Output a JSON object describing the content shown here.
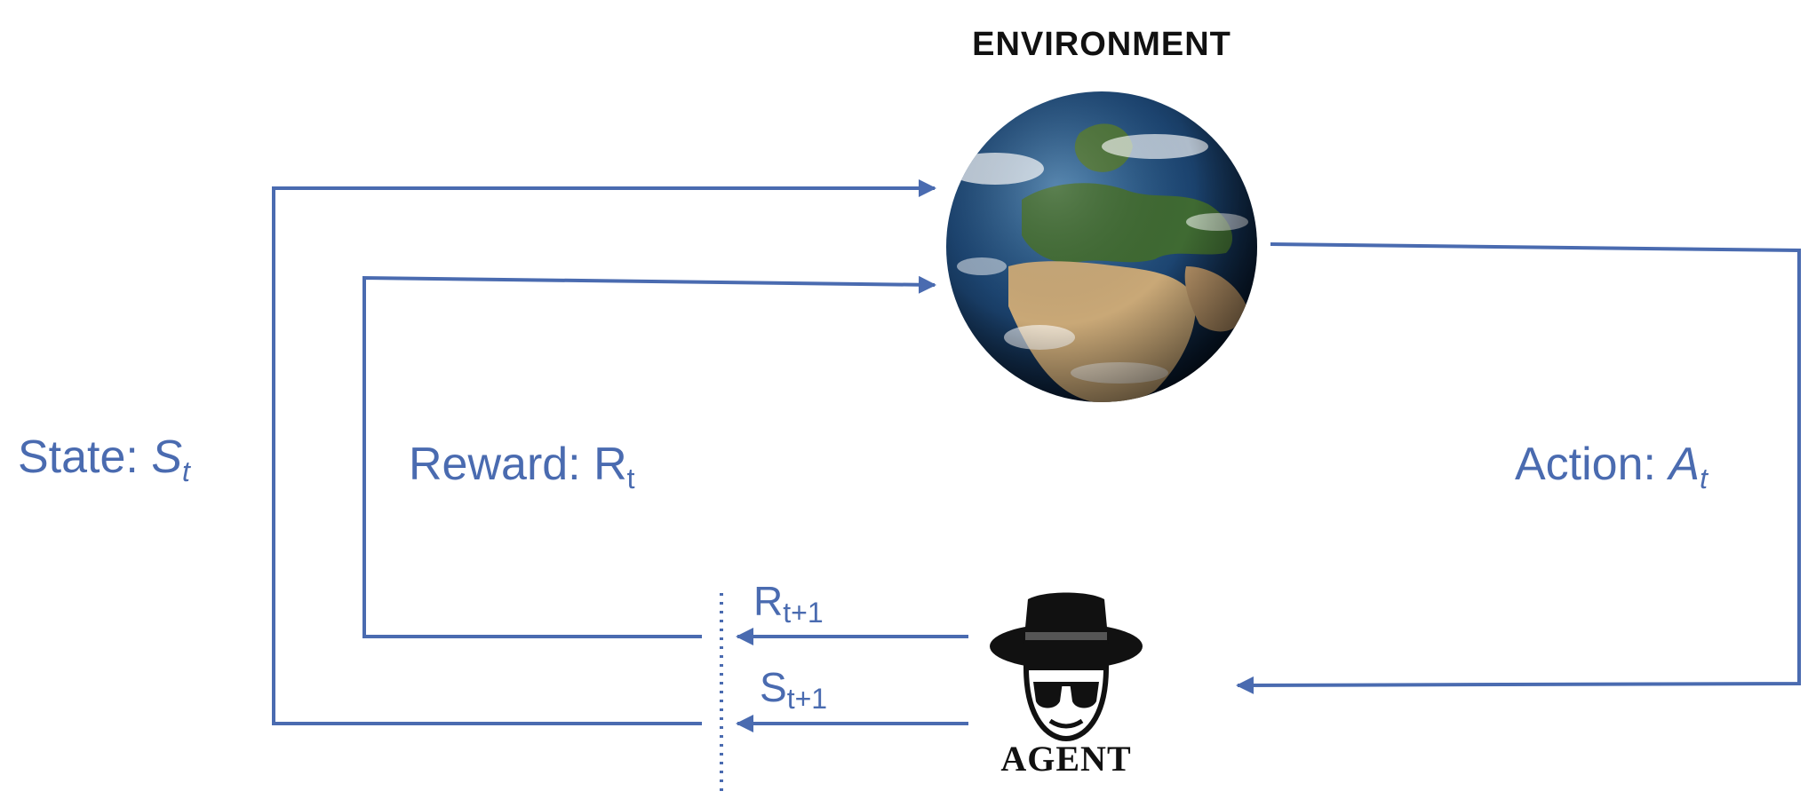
{
  "environment": {
    "title": "ENVIRONMENT"
  },
  "agent": {
    "title": "AGENT"
  },
  "labels": {
    "state": {
      "text": "State: ",
      "var": "S",
      "sub": "t"
    },
    "reward": {
      "text": "Reward: ",
      "var": "R",
      "sub": "t"
    },
    "action": {
      "text": "Action: ",
      "var": "A",
      "sub": "t"
    },
    "next_reward": {
      "var": "R",
      "sub": "t+1"
    },
    "next_state": {
      "var": "S",
      "sub": "t+1"
    }
  },
  "icons": [
    "globe-icon",
    "agent-hat-glasses-icon"
  ],
  "colors": {
    "lines": "#4a6bb0",
    "text": "#4a6bb0",
    "titles": "#111111"
  }
}
